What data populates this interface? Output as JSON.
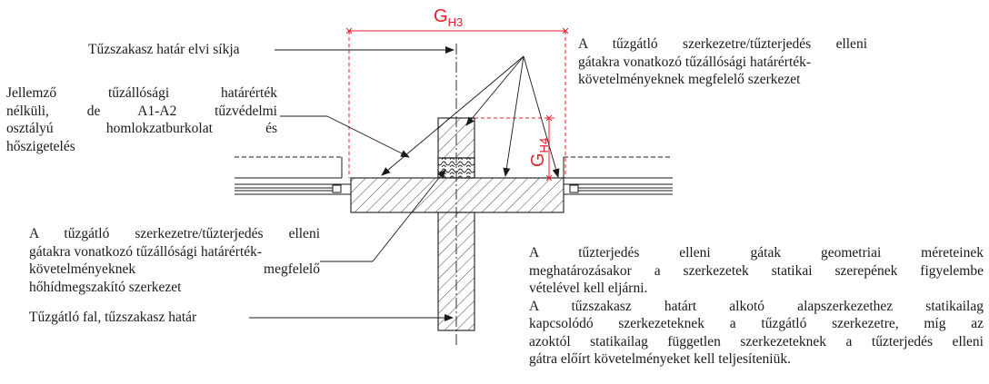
{
  "colors": {
    "line": "#1a1a1a",
    "dimension": "#e8202a",
    "hatch": "#333333"
  },
  "dimensions": {
    "gh3": {
      "main": "G",
      "sub": "H3"
    },
    "gh4": {
      "main": "G",
      "sub": "H4"
    }
  },
  "labels": {
    "fire_section_plane": "Tűzszakasz határ elvi síkja",
    "fire_barrier_top": {
      "line1": "A tűzgátló szerkezetre/tűzterjedés elleni",
      "line2": "gátakra vonatkozó tűzállósági határérték-",
      "line3": "követelményeknek megfelelő szerkezet"
    },
    "cladding": {
      "line1": "Jellemző tűzállósági határérték",
      "line2": "nélküli, de A1-A2 tűzvédelmi",
      "line3": "osztályú homlokzatburkolat és",
      "line4": "hőszigetelés"
    },
    "thermal_break": {
      "line1": "A tűzgátló szerkezetre/tűzterjedés elleni",
      "line2": "gátakra vonatkozó tűzállósági határérték-",
      "line3": "követelményeknek megfelelő",
      "line4": "hőhídmegszakító szerkezet"
    },
    "fire_wall": "Tűzgátló fal, tűzszakasz határ"
  },
  "note": {
    "line1": "A tűzterjedés elleni gátak geometriai méreteinek",
    "line2": "meghatározásakor a szerkezetek statikai szerepének figyelembe",
    "line3": "vételével kell eljárni.",
    "line4": "A tűzszakasz határt alkotó alapszerkezethez statikailag",
    "line5": "kapcsolódó szerkezeteknek a tűzgátló szerkezetre, míg az",
    "line6": "azoktól statikailag független szerkezeteknek a tűzterjedés elleni",
    "line7": "gátra előírt követelményeket kell teljesíteniük."
  }
}
